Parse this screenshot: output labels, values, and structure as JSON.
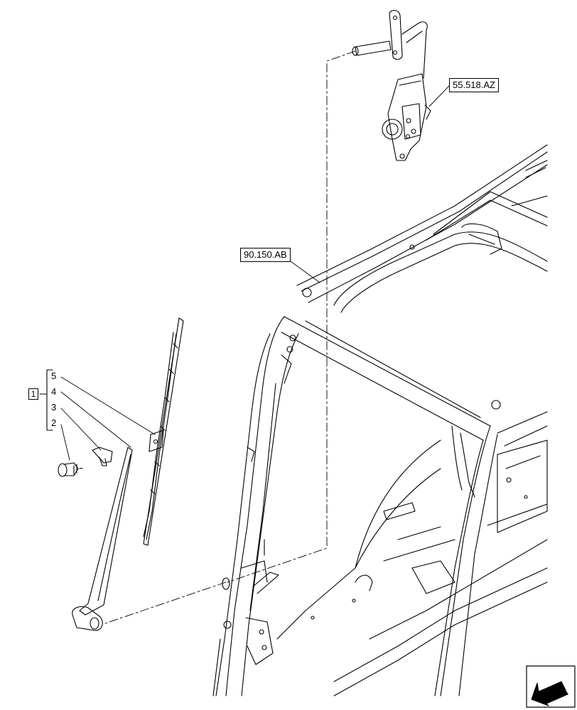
{
  "references": {
    "upper": "55.518.AZ",
    "middle": "90.150.AB"
  },
  "group": {
    "number": "1",
    "items": [
      "5",
      "4",
      "3",
      "2"
    ]
  },
  "nav": {
    "icon": "arrow-next-icon"
  }
}
